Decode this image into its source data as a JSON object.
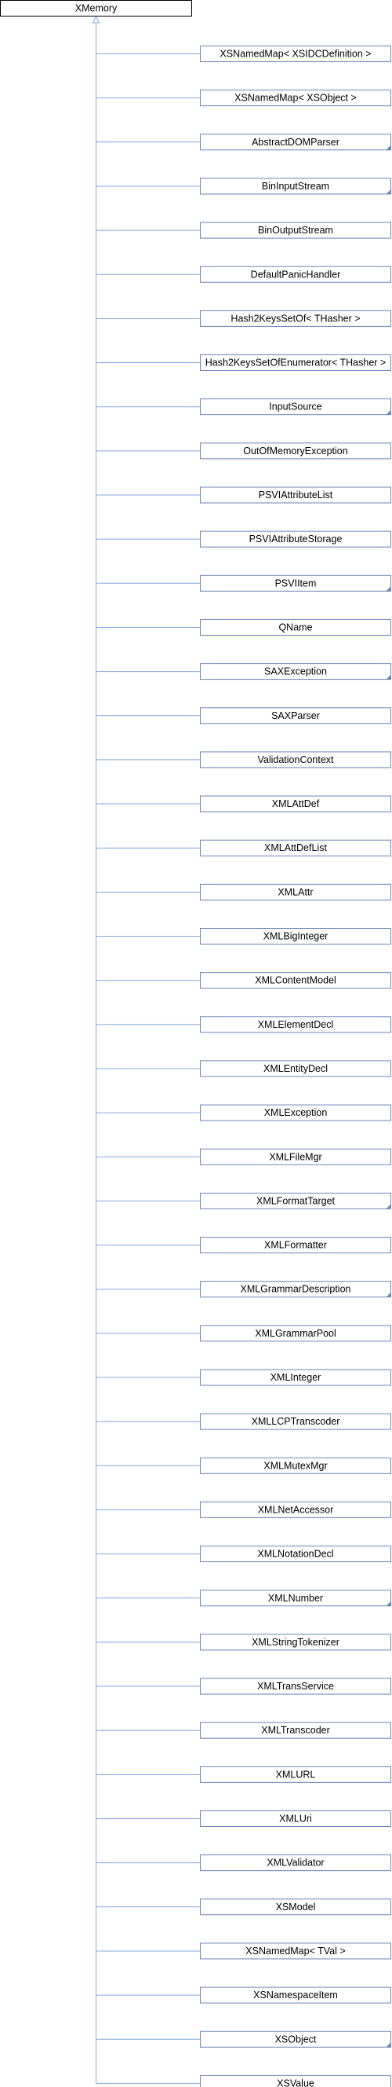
{
  "diagram": {
    "base_class": "XMemory",
    "derived_classes": [
      {
        "name": "XSNamedMap< XSIDCDefinition >",
        "has_more": false
      },
      {
        "name": "XSNamedMap< XSObject >",
        "has_more": false
      },
      {
        "name": "AbstractDOMParser",
        "has_more": true
      },
      {
        "name": "BinInputStream",
        "has_more": true
      },
      {
        "name": "BinOutputStream",
        "has_more": false
      },
      {
        "name": "DefaultPanicHandler",
        "has_more": false
      },
      {
        "name": "Hash2KeysSetOf< THasher >",
        "has_more": false
      },
      {
        "name": "Hash2KeysSetOfEnumerator< THasher >",
        "has_more": false
      },
      {
        "name": "InputSource",
        "has_more": true
      },
      {
        "name": "OutOfMemoryException",
        "has_more": false
      },
      {
        "name": "PSVIAttributeList",
        "has_more": false
      },
      {
        "name": "PSVIAttributeStorage",
        "has_more": false
      },
      {
        "name": "PSVIItem",
        "has_more": true
      },
      {
        "name": "QName",
        "has_more": false
      },
      {
        "name": "SAXException",
        "has_more": true
      },
      {
        "name": "SAXParser",
        "has_more": false
      },
      {
        "name": "ValidationContext",
        "has_more": false
      },
      {
        "name": "XMLAttDef",
        "has_more": false
      },
      {
        "name": "XMLAttDefList",
        "has_more": false
      },
      {
        "name": "XMLAttr",
        "has_more": false
      },
      {
        "name": "XMLBigInteger",
        "has_more": false
      },
      {
        "name": "XMLContentModel",
        "has_more": false
      },
      {
        "name": "XMLElementDecl",
        "has_more": false
      },
      {
        "name": "XMLEntityDecl",
        "has_more": false
      },
      {
        "name": "XMLException",
        "has_more": false
      },
      {
        "name": "XMLFileMgr",
        "has_more": false
      },
      {
        "name": "XMLFormatTarget",
        "has_more": true
      },
      {
        "name": "XMLFormatter",
        "has_more": false
      },
      {
        "name": "XMLGrammarDescription",
        "has_more": true
      },
      {
        "name": "XMLGrammarPool",
        "has_more": false
      },
      {
        "name": "XMLInteger",
        "has_more": false
      },
      {
        "name": "XMLLCPTranscoder",
        "has_more": false
      },
      {
        "name": "XMLMutexMgr",
        "has_more": false
      },
      {
        "name": "XMLNetAccessor",
        "has_more": false
      },
      {
        "name": "XMLNotationDecl",
        "has_more": false
      },
      {
        "name": "XMLNumber",
        "has_more": true
      },
      {
        "name": "XMLStringTokenizer",
        "has_more": false
      },
      {
        "name": "XMLTransService",
        "has_more": false
      },
      {
        "name": "XMLTranscoder",
        "has_more": false
      },
      {
        "name": "XMLURL",
        "has_more": false
      },
      {
        "name": "XMLUri",
        "has_more": false
      },
      {
        "name": "XMLValidator",
        "has_more": false
      },
      {
        "name": "XSModel",
        "has_more": false
      },
      {
        "name": "XSNamedMap< TVal >",
        "has_more": false
      },
      {
        "name": "XSNamespaceItem",
        "has_more": false
      },
      {
        "name": "XSObject",
        "has_more": true
      },
      {
        "name": "XSValue",
        "has_more": false
      }
    ],
    "colors": {
      "base_border": "#000000",
      "base_fill": "#ffffff",
      "child_border": "#6c87b9",
      "child_fill": "#ffffff",
      "connector": "#86a9dd",
      "text": "#000000"
    }
  }
}
